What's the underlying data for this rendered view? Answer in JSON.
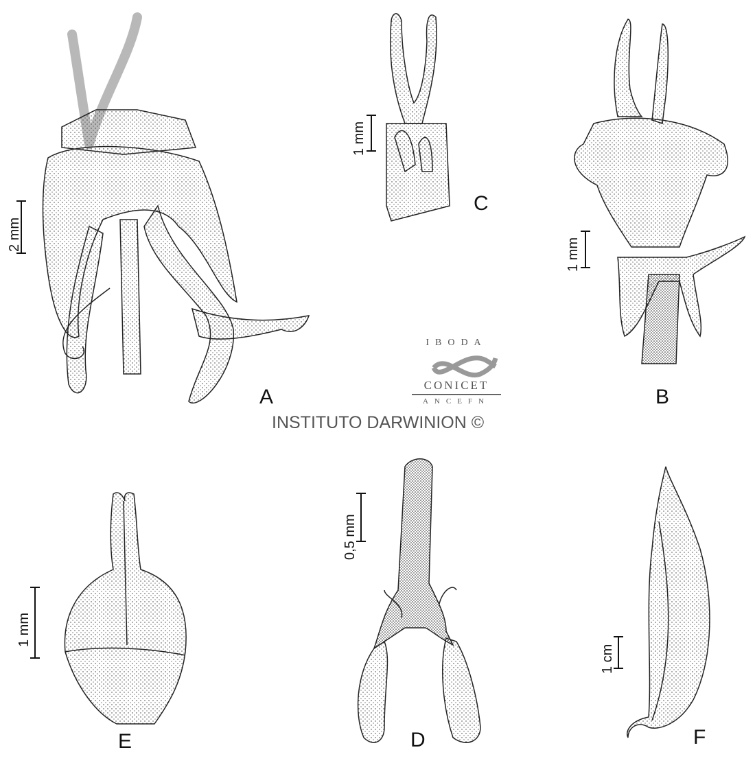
{
  "panels": [
    {
      "label": "A",
      "scale": "2 mm"
    },
    {
      "label": "B",
      "scale": "1 mm"
    },
    {
      "label": "C",
      "scale": "1 mm"
    },
    {
      "label": "D",
      "scale": "0,5 mm"
    },
    {
      "label": "E",
      "scale": "1 mm"
    },
    {
      "label": "F",
      "scale": "1 cm"
    }
  ],
  "logo": {
    "top": "IBODA",
    "middle": "CONICET",
    "bottom": "ANCEFN"
  },
  "credit": "INSTITUTO DARWINION ©"
}
